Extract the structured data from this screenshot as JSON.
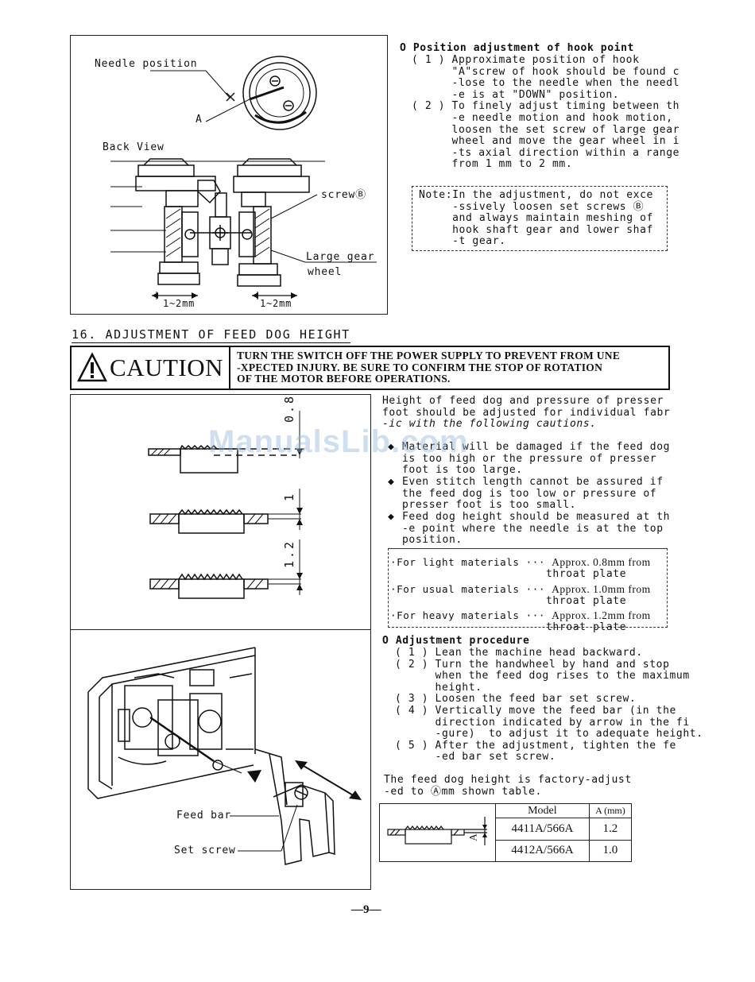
{
  "top_figure": {
    "needle_position_label": "Needle position",
    "a_label": "A",
    "back_view_label": "Back View",
    "screw_b_label": "screwⒷ",
    "large_gear_label": "Large gear",
    "wheel_label": "wheel",
    "gap_left": "1~2mm",
    "gap_right": "1~2mm"
  },
  "hook": {
    "heading": "O Position adjustment of hook point",
    "lines": [
      "( 1 ) Approximate position of hook",
      "      \"A\"screw of hook should be found c",
      "      -lose to the needle when the needl",
      "      -e is at \"DOWN\" position.",
      "",
      "( 2 ) To finely adjust timing between th",
      "      -e needle motion and hook motion,",
      "      loosen the set screw of large gear",
      "      wheel and move the gear wheel in i",
      "      -ts axial direction within a range",
      "      from 1 mm to 2 mm."
    ],
    "note_lines": [
      "Note:In the adjustment, do not exce",
      "     -ssively loosen set screws Ⓑ",
      "     and always maintain meshing of",
      "     hook shaft gear and lower shaf",
      "     -t gear."
    ]
  },
  "section": {
    "title": "16. ADJUSTMENT OF FEED DOG HEIGHT"
  },
  "caution": {
    "label": "CAUTION",
    "lines": [
      "TURN THE SWITCH OFF THE POWER SUPPLY TO PREVENT FROM UNE",
      "-XPECTED INJURY. BE SURE TO CONFIRM THE STOP OF ROTATION",
      "OF THE MOTOR BEFORE OPERATIONS."
    ]
  },
  "feed_figure": {
    "dims": [
      "0.8",
      "1",
      "1.2"
    ],
    "feed_bar_label": "Feed bar",
    "set_screw_label": "Set screw"
  },
  "intro": {
    "lines": [
      "Height of feed dog and pressure of presser",
      "foot should be adjusted for individual fabr",
      "-ic with the following cautions."
    ]
  },
  "cautions": [
    [
      "Material will be damaged if the feed dog",
      "is too high or the pressure of presser",
      "foot is too large."
    ],
    [
      "Even stitch length cannot be assured if",
      "the feed dog is too low or pressure of",
      "presser foot is too small."
    ],
    [
      "Feed dog height should be measured at th",
      "-e point where the needle is at the top",
      "position."
    ]
  ],
  "materials": [
    {
      "left": "·For light materials ··· ",
      "value": "Approx. 0.8mm from",
      "sub": "throat plate"
    },
    {
      "left": "·For usual materials ··· ",
      "value": "Approx. 1.0mm from",
      "sub": "throat plate"
    },
    {
      "left": "·For heavy materials ··· ",
      "value": "Approx. 1.2mm from",
      "sub": "throat plate"
    }
  ],
  "procedure": {
    "heading": "O Adjustment procedure",
    "lines": [
      "( 1 ) Lean the machine head backward.",
      "( 2 ) Turn the handwheel by hand and stop",
      "      when the feed dog rises to the maximum",
      "      height.",
      "( 3 ) Loosen the feed bar set screw.",
      "( 4 ) Vertically move the feed bar (in the",
      "      direction indicated by arrow in the fi",
      "      -gure)  to adjust it to adequate height.",
      "( 5 ) After the adjustment, tighten the fe",
      "      -ed bar set screw."
    ]
  },
  "factory": {
    "lines": [
      "The feed dog height is factory-adjust",
      "-ed to Ⓐmm shown table."
    ]
  },
  "table": {
    "head_model": "Model",
    "head_a": "A (mm)",
    "a_label": "A",
    "rows": [
      {
        "model": "4411A/566A",
        "a": "1.2"
      },
      {
        "model": "4412A/566A",
        "a": "1.0"
      }
    ]
  },
  "page_number": "—9—",
  "watermark": "ManualsLib.com",
  "colors": {
    "ink": "#111111",
    "watermark": "#96b9dc"
  }
}
